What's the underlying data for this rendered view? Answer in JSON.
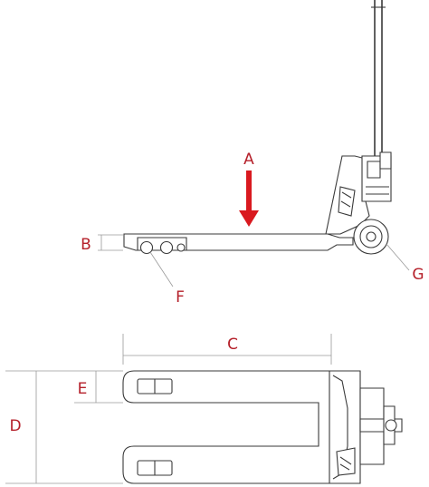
{
  "labels": {
    "a": "A",
    "b": "B",
    "c": "C",
    "d": "D",
    "e": "E",
    "f": "F",
    "g": "G"
  },
  "colors": {
    "label": "#b5202a",
    "arrow": "#d9191f",
    "line": "#3a3a3a"
  }
}
